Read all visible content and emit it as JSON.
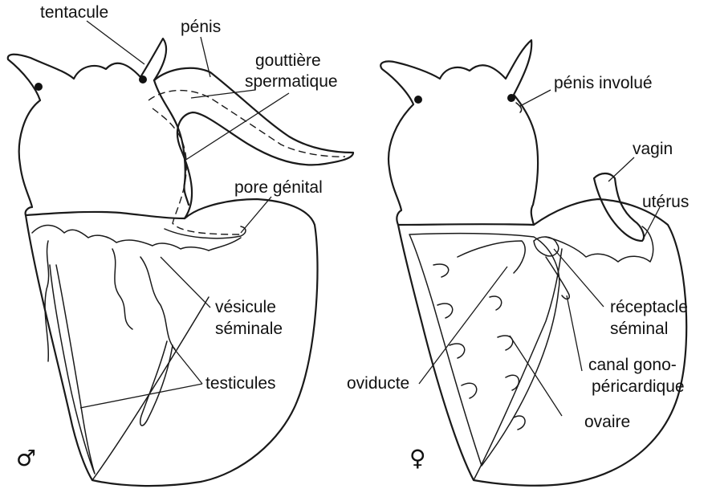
{
  "male": {
    "symbol": "♂",
    "labels": {
      "tentacule": "tentacule",
      "penis": "pénis",
      "gouttiere_1": "gouttière",
      "gouttiere_2": "spermatique",
      "pore": "pore génital",
      "vesicule_1": "vésicule",
      "vesicule_2": "séminale",
      "testicules": "testicules"
    }
  },
  "female": {
    "symbol": "♀",
    "labels": {
      "penis_involue": "pénis involué",
      "vagin": "vagin",
      "uterus": "utérus",
      "receptacle_1": "réceptacle",
      "receptacle_2": "séminal",
      "canal_1": "canal gono-",
      "canal_2": "péricardique",
      "oviducte": "oviducte",
      "ovaire": "ovaire"
    }
  }
}
